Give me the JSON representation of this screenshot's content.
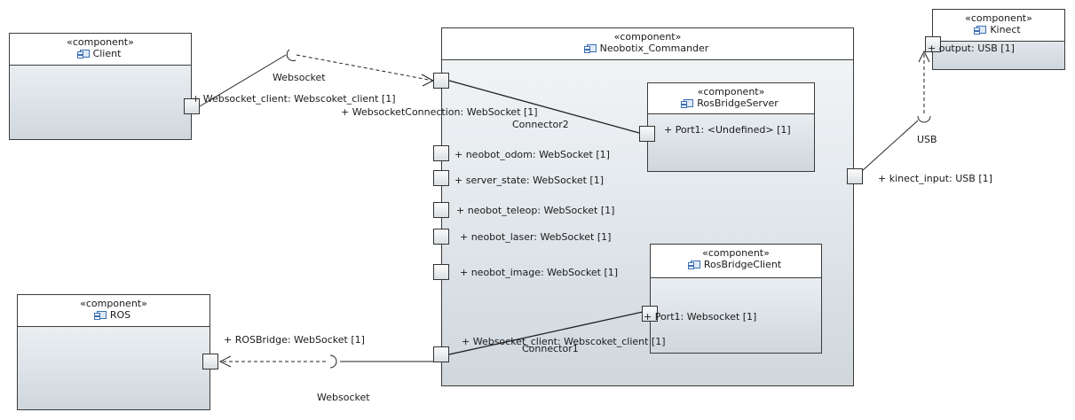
{
  "components": {
    "client": {
      "stereotype": "«component»",
      "name": "Client"
    },
    "commander": {
      "stereotype": "«component»",
      "name": "Neobotix_Commander"
    },
    "kinect": {
      "stereotype": "«component»",
      "name": "Kinect"
    },
    "ros": {
      "stereotype": "«component»",
      "name": "ROS"
    },
    "rosbridge_server": {
      "stereotype": "«component»",
      "name": "RosBridgeServer"
    },
    "rosbridge_client": {
      "stereotype": "«component»",
      "name": "RosBridgeClient"
    }
  },
  "ports": {
    "client_ws": "+ Websocket_client: Webscoket_client [1]",
    "commander_ws_connection": "+ WebsocketConnection: WebSocket [1]",
    "neobot_odom": "+ neobot_odom: WebSocket [1]",
    "server_state": "+ server_state: WebSocket [1]",
    "neobot_teleop": "+ neobot_teleop: WebSocket [1]",
    "neobot_laser": "+ neobot_laser: WebSocket [1]",
    "neobot_image": "+ neobot_image: WebSocket [1]",
    "commander_ws_client": "+ Websocket_client: Webscoket_client [1]",
    "kinect_input": "+ kinect_input: USB [1]",
    "kinect_output": "+ output: USB [1]",
    "server_port1": "+ Port1: <Undefined> [1]",
    "client_port1": "+ Port1: Websocket [1]",
    "ros_bridge": "+ ROSBridge: WebSocket [1]"
  },
  "connectors": {
    "connector1": "Connector1",
    "connector2": "Connector2"
  },
  "interfaces": {
    "websocket_top": "Websocket",
    "websocket_bottom": "Websocket",
    "usb": "USB"
  }
}
